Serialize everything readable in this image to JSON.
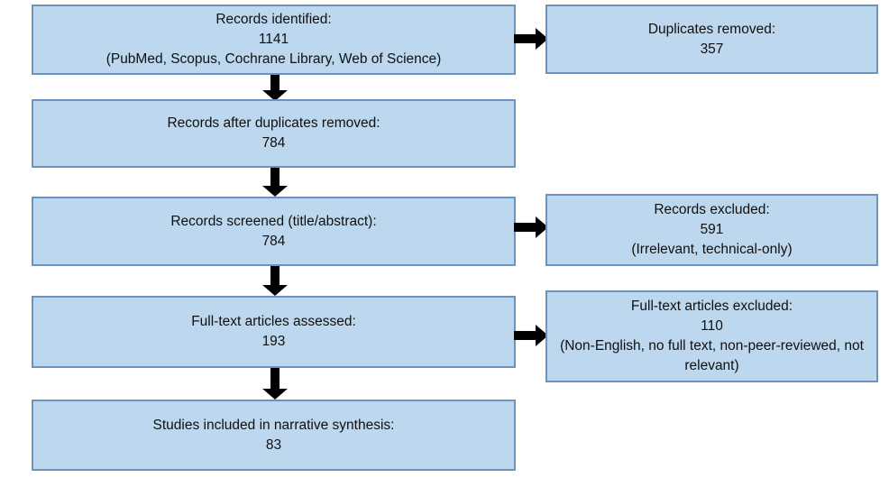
{
  "diagram": {
    "title": "PRISMA study selection flow diagram",
    "colors": {
      "box_fill": "#bdd7ee",
      "box_border": "#6a94bf",
      "arrow": "#000000",
      "background": "#ffffff",
      "text": "#101010"
    },
    "nodes": {
      "records_identified": {
        "label": "Records identified:",
        "count": "1141",
        "detail": "(PubMed, Scopus, Cochrane Library, Web of Science)"
      },
      "duplicates_removed": {
        "label": "Duplicates removed:",
        "count": "357"
      },
      "records_after_duplicates": {
        "label": "Records after duplicates removed:",
        "count": "784"
      },
      "records_screened": {
        "label": "Records screened (title/abstract):",
        "count": "784"
      },
      "records_excluded": {
        "label": "Records excluded:",
        "count": "591",
        "detail": "(Irrelevant, technical-only)"
      },
      "fulltext_assessed": {
        "label": "Full-text articles assessed:",
        "count": "193"
      },
      "fulltext_excluded": {
        "label": "Full-text articles excluded:",
        "count": "110",
        "detail": "(Non-English, no full text, non-peer-reviewed, not relevant)"
      },
      "studies_included": {
        "label": "Studies included in narrative synthesis:",
        "count": "83"
      }
    },
    "connectors": [
      {
        "name": "identified-to-duplicates",
        "direction": "right"
      },
      {
        "name": "identified-to-after-duplicates",
        "direction": "down"
      },
      {
        "name": "after-duplicates-to-screened",
        "direction": "down"
      },
      {
        "name": "screened-to-excluded",
        "direction": "right"
      },
      {
        "name": "screened-to-fulltext",
        "direction": "down"
      },
      {
        "name": "fulltext-to-fulltext-excluded",
        "direction": "right"
      },
      {
        "name": "fulltext-to-included",
        "direction": "down"
      }
    ]
  }
}
